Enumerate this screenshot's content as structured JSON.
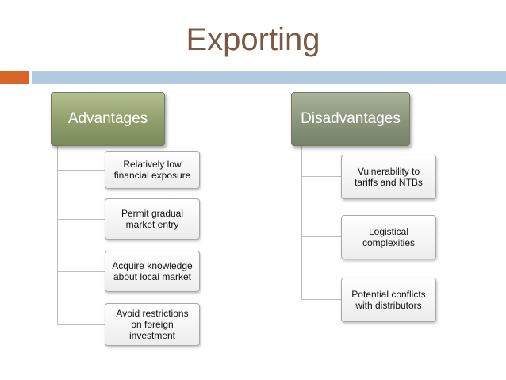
{
  "title": "Exporting",
  "advantages": {
    "header": "Advantages",
    "items": [
      "Relatively low financial exposure",
      "Permit gradual market entry",
      "Acquire knowledge about local market",
      "Avoid restrictions on foreign investment"
    ]
  },
  "disadvantages": {
    "header": "Disadvantages",
    "items": [
      "Vulnerability to tariffs and NTBs",
      "Logistical complexities",
      "Potential conflicts with distributors"
    ]
  },
  "colors": {
    "title": "#7a5a45",
    "accent_band": "#d9652a",
    "main_band": "#b3c9e0",
    "advantages_header": "#8f9e6b",
    "disadvantages_header": "#8a957b"
  }
}
